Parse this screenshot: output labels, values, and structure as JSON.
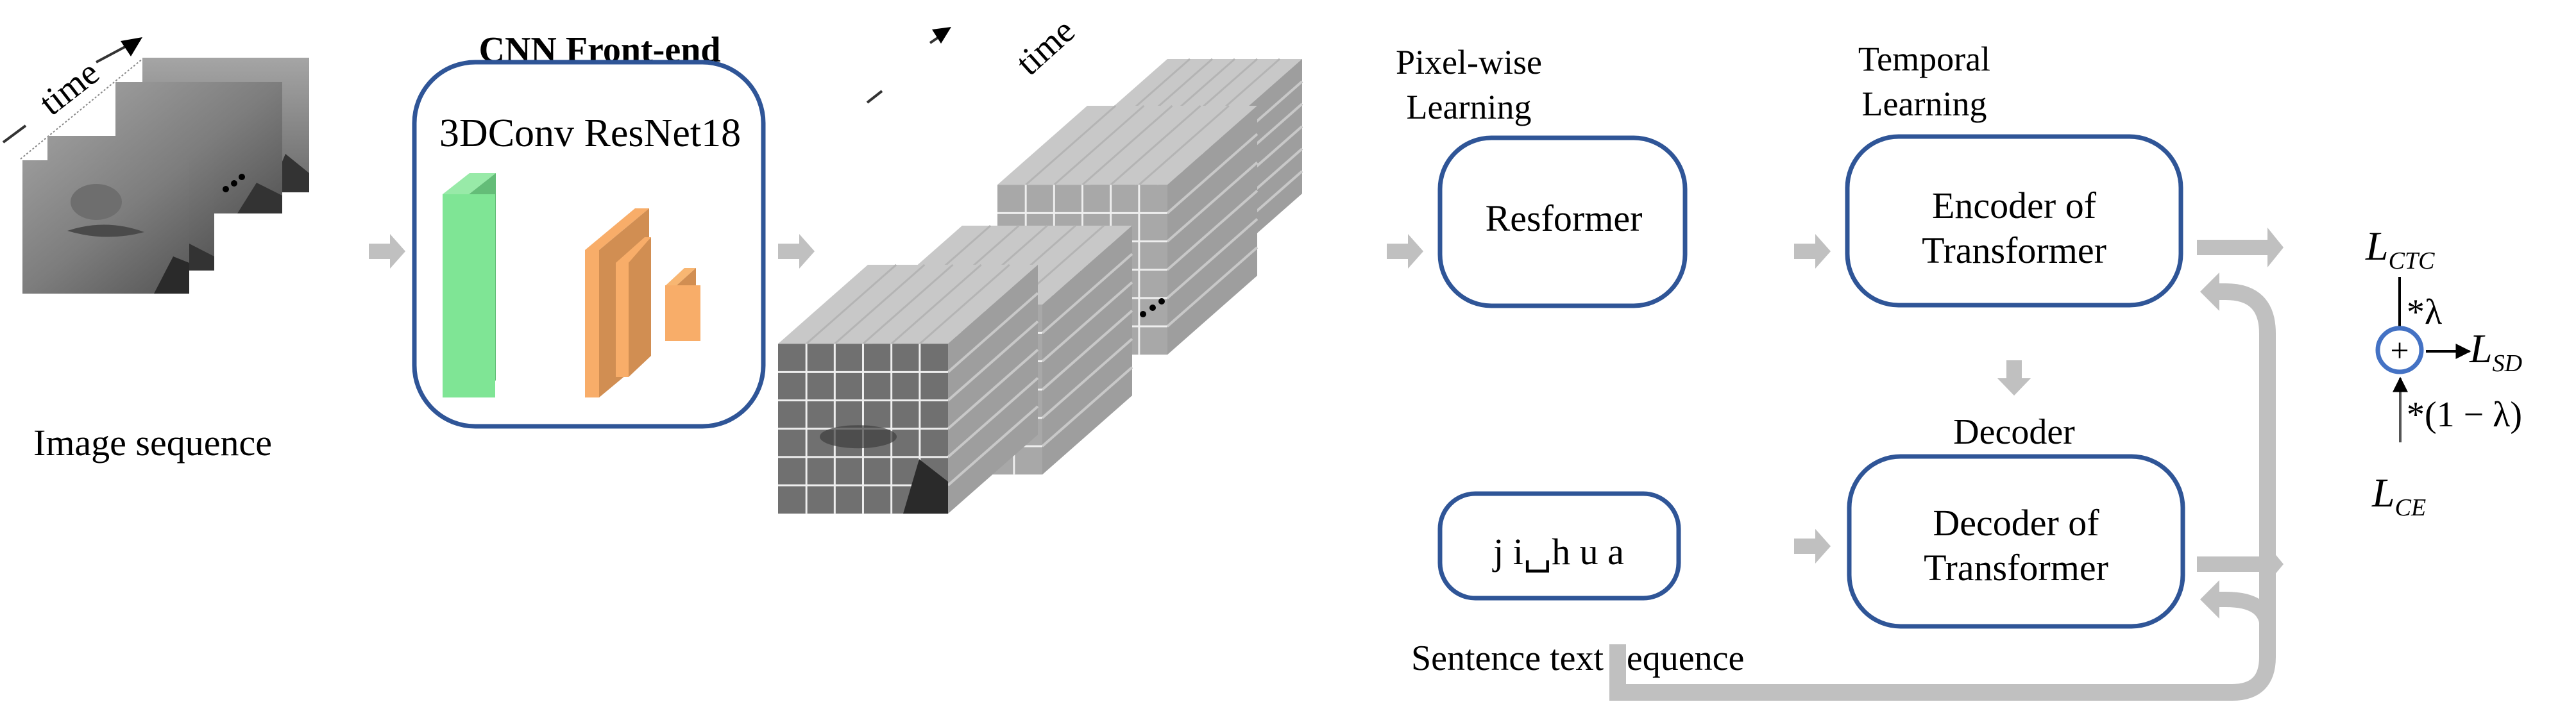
{
  "title": "Lip-reading model architecture diagram",
  "colors": {
    "box_border": "#2f5597",
    "flow_arrow": "#c0c0c0",
    "conv3d_block": "#7fe595",
    "resnet_block": "#f8ad69",
    "sum_node": "#4472c4"
  },
  "input": {
    "time_label": "time",
    "caption": "Image sequence",
    "frame_count_shown": 4,
    "ellipsis": "..."
  },
  "cnn": {
    "title": "CNN Front-end",
    "subtitle": "3DConv ResNet18",
    "icons": [
      "conv3d-block-icon",
      "resnet18-blocks-icon"
    ]
  },
  "features": {
    "time_label": "time",
    "grid": "6x6 patches per frame",
    "cube_count_shown": 4
  },
  "pixelwise": {
    "heading_line1": "Pixel-wise",
    "heading_line2": "Learning",
    "box_label": "Resformer"
  },
  "temporal": {
    "heading_line1": "Temporal",
    "heading_line2": "Learning",
    "box_line1": "Encoder of",
    "box_line2": "Transformer"
  },
  "decoder": {
    "heading": "Decoder",
    "box_line1": "Decoder of",
    "box_line2": "Transformer"
  },
  "text_input": {
    "tokens": "j i␣h u a",
    "caption": "Sentence text sequence"
  },
  "losses": {
    "ctc": {
      "main": "L",
      "sub": "CTC"
    },
    "ce": {
      "main": "L",
      "sub": "CE"
    },
    "sd": {
      "main": "L",
      "sub": "SD"
    },
    "weight_ctc": "*λ",
    "weight_ce": "*(1 − λ)",
    "sum_symbol": "+"
  }
}
